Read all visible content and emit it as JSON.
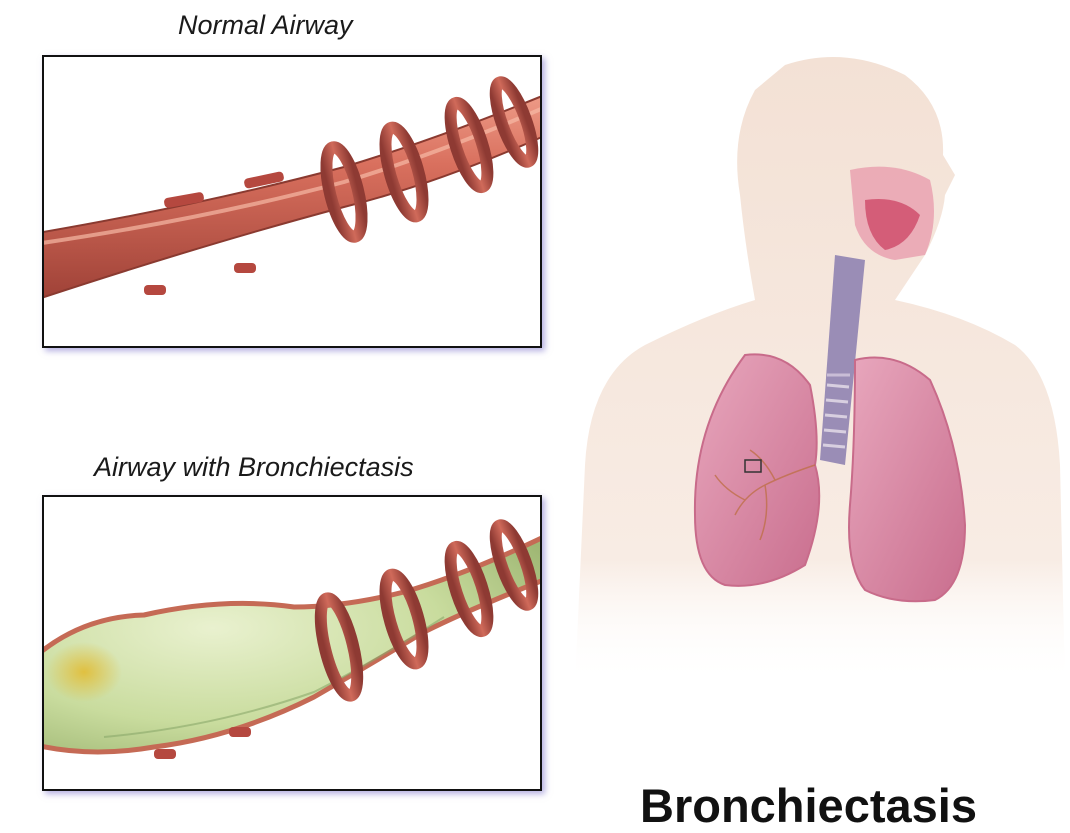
{
  "labels": {
    "normal_caption": "Normal Airway",
    "bronchiectasis_caption": "Airway with Bronchiectasis",
    "title": "Bronchiectasis"
  },
  "icons": [
    "normal-airway-illustration",
    "dilated-airway-illustration",
    "human-torso-illustration",
    "lungs-illustration",
    "trachea-illustration",
    "magnification-box-icon"
  ],
  "colors": {
    "airway_wall": "#d9705e",
    "airway_dark": "#a8453a",
    "cartilage_ring": "#b5483f",
    "mucus": "#c9dc9e",
    "mucus_yellow": "#d8c45a",
    "skin": "#f6e7de",
    "lung": "#d98aa6",
    "trachea": "#8d7fa8"
  }
}
